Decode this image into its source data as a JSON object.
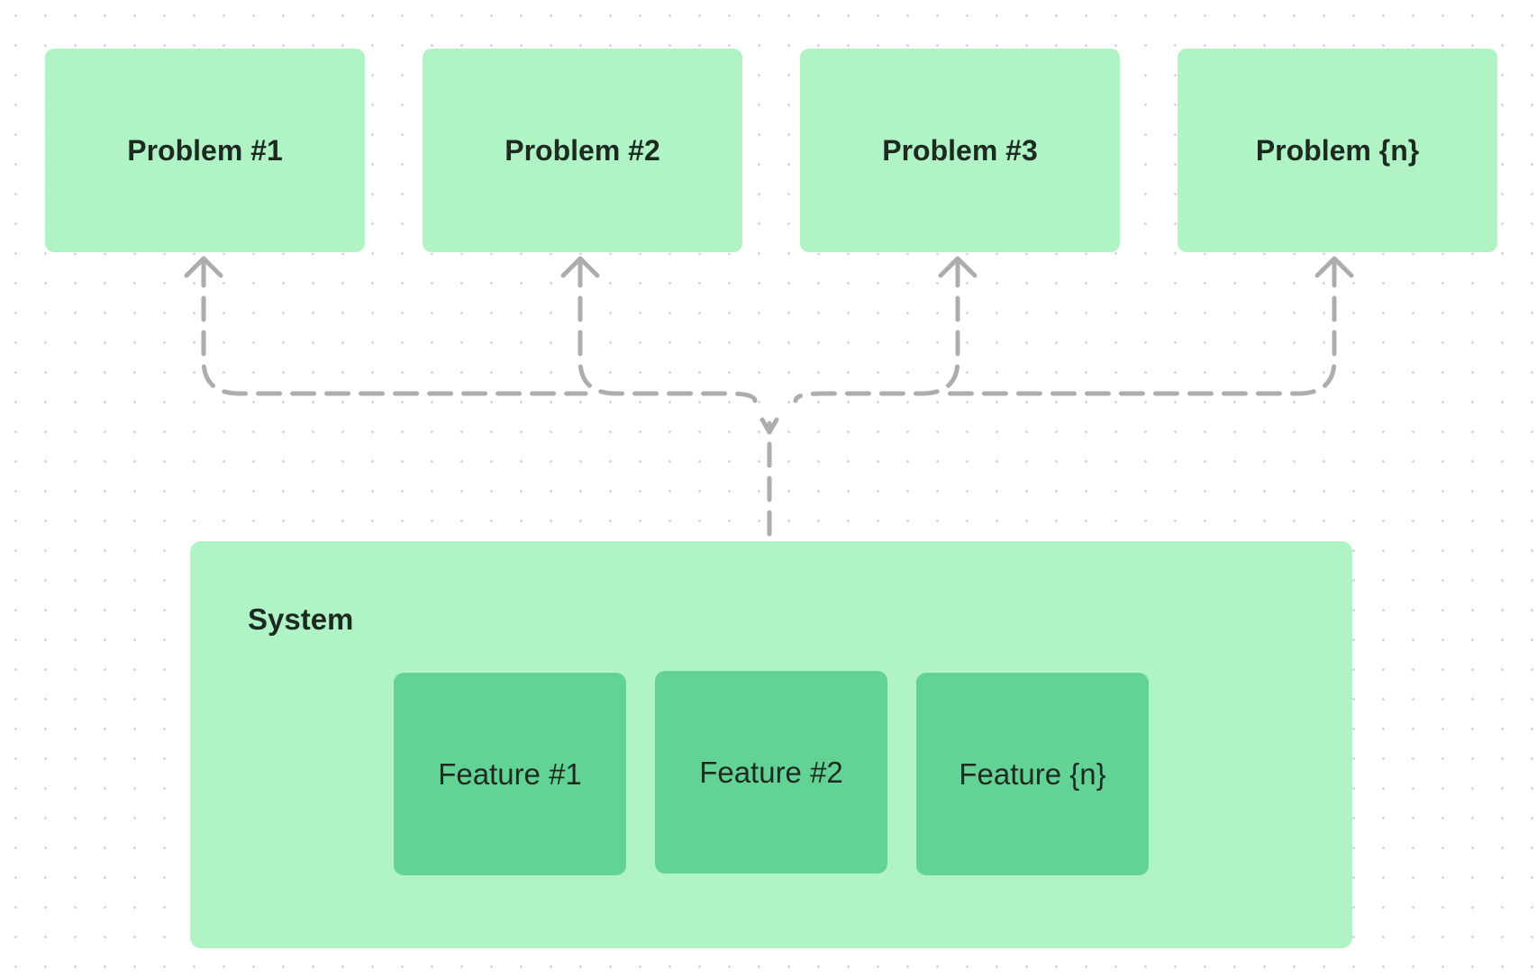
{
  "problems": [
    {
      "label": "Problem #1"
    },
    {
      "label": "Problem #2"
    },
    {
      "label": "Problem #3"
    },
    {
      "label": "Problem {n}"
    }
  ],
  "system": {
    "title": "System",
    "features": [
      {
        "label": "Feature #1"
      },
      {
        "label": "Feature #2"
      },
      {
        "label": "Feature {n}"
      }
    ]
  },
  "colors": {
    "problem_fill": "#b0f4c6",
    "system_fill": "#b0f4c6",
    "feature_fill": "#62d394",
    "connector": "#adadad",
    "text": "#1d2a22"
  },
  "connectors": {
    "style": "dashed",
    "from": "system",
    "to": [
      "Problem #1",
      "Problem #2",
      "Problem #3",
      "Problem {n}"
    ]
  }
}
